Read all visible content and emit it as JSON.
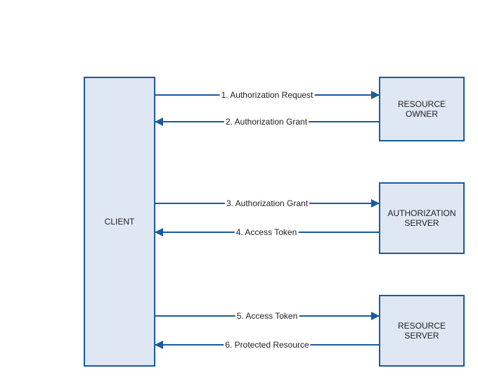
{
  "nodes": {
    "client": {
      "label": "CLIENT"
    },
    "resource_owner": {
      "label": "RESOURCE\nOWNER"
    },
    "authorization_server": {
      "label": "AUTHORIZATION\nSERVER"
    },
    "resource_server": {
      "label": "RESOURCE\nSERVER"
    }
  },
  "edges": [
    {
      "label": "1. Authorization Request",
      "from": "client",
      "to": "resource_owner"
    },
    {
      "label": "2. Authorization Grant",
      "from": "resource_owner",
      "to": "client"
    },
    {
      "label": "3. Authorization Grant",
      "from": "client",
      "to": "authorization_server"
    },
    {
      "label": "4. Access Token",
      "from": "authorization_server",
      "to": "client"
    },
    {
      "label": "5. Access Token",
      "from": "client",
      "to": "resource_server"
    },
    {
      "label": "6. Protected Resource",
      "from": "resource_server",
      "to": "client"
    }
  ],
  "colors": {
    "stroke": "#1b5b9b",
    "fill": "#dfe7f2"
  }
}
